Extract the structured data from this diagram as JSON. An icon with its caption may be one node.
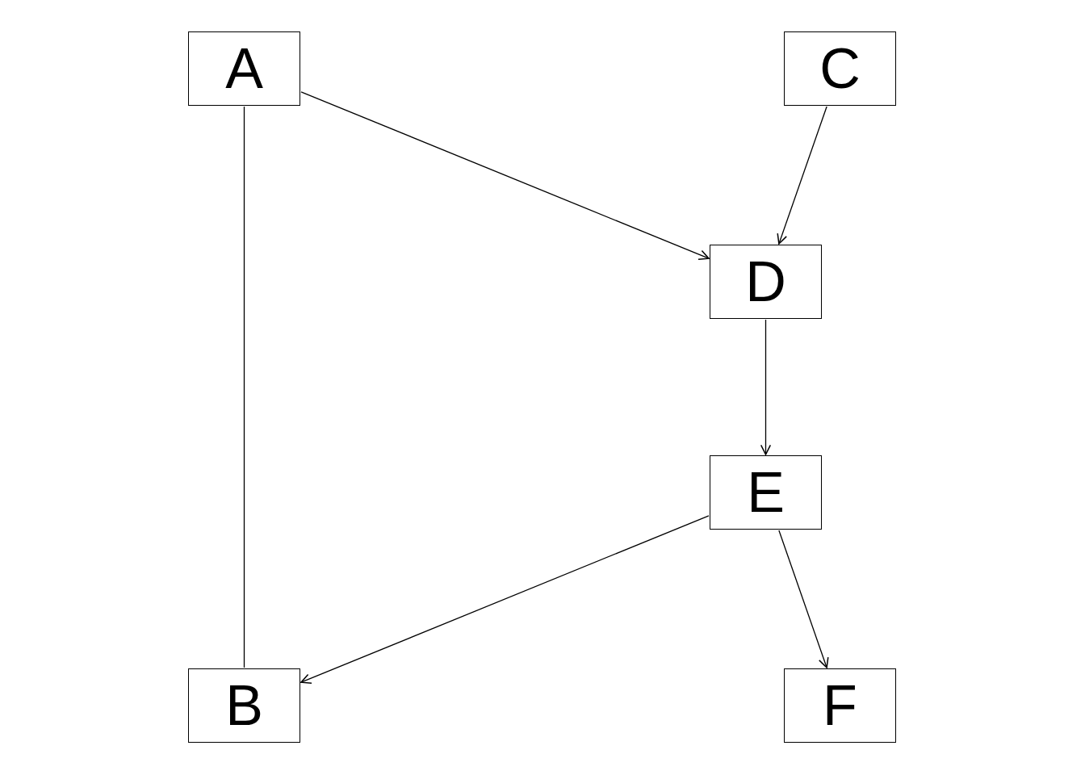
{
  "diagram": {
    "nodes": [
      {
        "text": [
          "A"
        ]
      },
      {
        "text": [
          "C"
        ]
      },
      {
        "text": [
          "D"
        ]
      },
      {
        "text": [
          "E"
        ]
      },
      {
        "text": [
          "B"
        ]
      },
      {
        "text": [
          "F"
        ]
      }
    ],
    "edges": [
      {
        "from": 0,
        "to": 2,
        "arrow": "to"
      },
      {
        "from": 1,
        "to": 2,
        "arrow": "to"
      },
      {
        "from": 0,
        "to": 4,
        "arrow": "none"
      },
      {
        "from": 2,
        "to": 3,
        "arrow": "to"
      },
      {
        "from": 3,
        "to": 4,
        "arrow": "to"
      },
      {
        "from": 3,
        "to": 5,
        "arrow": "to"
      }
    ]
  }
}
